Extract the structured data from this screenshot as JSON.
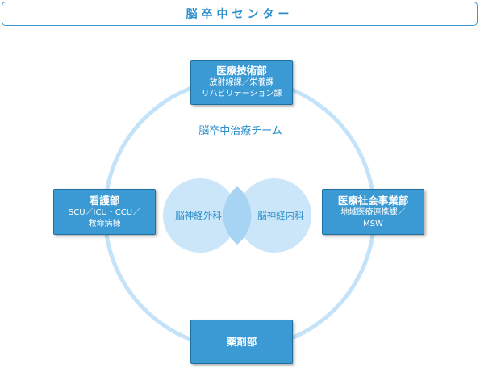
{
  "header": {
    "title": "脳卒中センター"
  },
  "team": {
    "label": "脳卒中治療チーム"
  },
  "departments": {
    "medical_tech": {
      "title": "医療技術部",
      "lines": [
        "放射線課／栄養課",
        "リハビリテーション課"
      ]
    },
    "nursing": {
      "title": "看護部",
      "lines": [
        "SCU／ICU・CCU／",
        "救命病棟"
      ]
    },
    "social": {
      "title": "医療社会事業部",
      "lines": [
        "地域医療連携課／",
        "MSW"
      ]
    },
    "pharmacy": {
      "title": "薬剤部"
    }
  },
  "core": {
    "neurosurgery": "脳神経外科",
    "neurology": "脳神経内科"
  },
  "colors": {
    "accent": "#2b8fcb",
    "box_fill": "#3b9ad4",
    "ring": "#bfe0f7",
    "venn_fill": "#c5e2f8"
  }
}
